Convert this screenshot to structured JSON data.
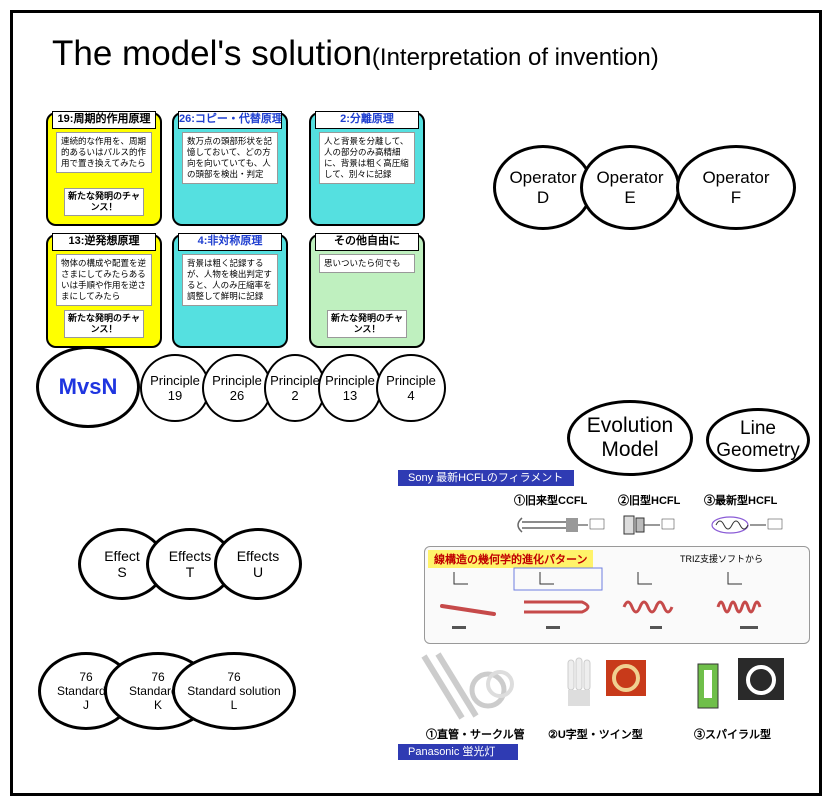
{
  "title": {
    "main": "The model's solution",
    "sub": "(Interpretation of invention)"
  },
  "cards": [
    {
      "header": "19:周期的作用原理",
      "body": "連続的な作用を、周期的あるいはパルス的作用で置き換えてみたら",
      "chance": "新たな発明のチャンス！",
      "color": "#ffff00"
    },
    {
      "header": "26:コピー・代替原理",
      "body": "数万点の頭部形状を記憶しておいて、どの方向を向いていても、人の頭部を検出・判定",
      "chance": "",
      "color": "#55e0e0"
    },
    {
      "header": "2:分離原理",
      "body": "人と背景を分離して、人の部分のみ高精細に、背景は粗く高圧縮して、別々に記録",
      "chance": "",
      "color": "#55e0e0"
    },
    {
      "header": "13:逆発想原理",
      "body": "物体の構成や配置を逆さまにしてみたらあるいは手順や作用を逆さまにしてみたら",
      "chance": "新たな発明のチャンス！",
      "color": "#ffff00"
    },
    {
      "header": "4:非対称原理",
      "body": "背景は粗く記録するが、人物を検出判定すると、人のみ圧縮率を調整して鮮明に記録",
      "chance": "",
      "color": "#55e0e0"
    },
    {
      "header": "その他自由に",
      "body": "思いついたら何でも",
      "chance": "新たな発明のチャンス！",
      "color": "#bff0bf"
    }
  ],
  "operators": [
    {
      "line1": "Operator",
      "line2": "D"
    },
    {
      "line1": "Operator",
      "line2": "E"
    },
    {
      "line1": "Operator",
      "line2": "F"
    }
  ],
  "mvsn": "MvsN",
  "principles": [
    {
      "line1": "Principle",
      "line2": "19"
    },
    {
      "line1": "Principle",
      "line2": "26"
    },
    {
      "line1": "Principle",
      "line2": "2"
    },
    {
      "line1": "Principle",
      "line2": "13"
    },
    {
      "line1": "Principle",
      "line2": "4"
    }
  ],
  "evolution": {
    "line1": "Evolution",
    "line2": "Model"
  },
  "line_geometry": {
    "line1": "Line",
    "line2": "Geometry"
  },
  "effects": [
    {
      "line1": "Effect",
      "line2": "S"
    },
    {
      "line1": "Effects",
      "line2": "T"
    },
    {
      "line1": "Effects",
      "line2": "U"
    }
  ],
  "standards": [
    {
      "line1": "76",
      "line2": "Standard s",
      "line3": "J"
    },
    {
      "line1": "76",
      "line2": "Standard s",
      "line3": "K"
    },
    {
      "line1": "76",
      "line2": "Standard solution",
      "line3": "L"
    }
  ],
  "panel": {
    "sony_tag": "Sony 最新HCFLのフィラメント",
    "lamp_labels": [
      "①旧来型CCFL",
      "②旧型HCFL",
      "③最新型HCFL"
    ],
    "pattern_title": "線構造の幾何学的進化パターン",
    "triz_note": "TRIZ支援ソフトから",
    "bottom_labels": [
      "①直管・サークル管",
      "②U字型・ツイン型",
      "③スパイラル型"
    ],
    "panasonic_tag": "Panasonic 蛍光灯"
  },
  "colors": {
    "accent_blue": "#1f35e0",
    "tag_bg": "#2f3bb3",
    "yellow": "#ffff00",
    "cyan": "#55e0e0",
    "green": "#bff0bf"
  }
}
